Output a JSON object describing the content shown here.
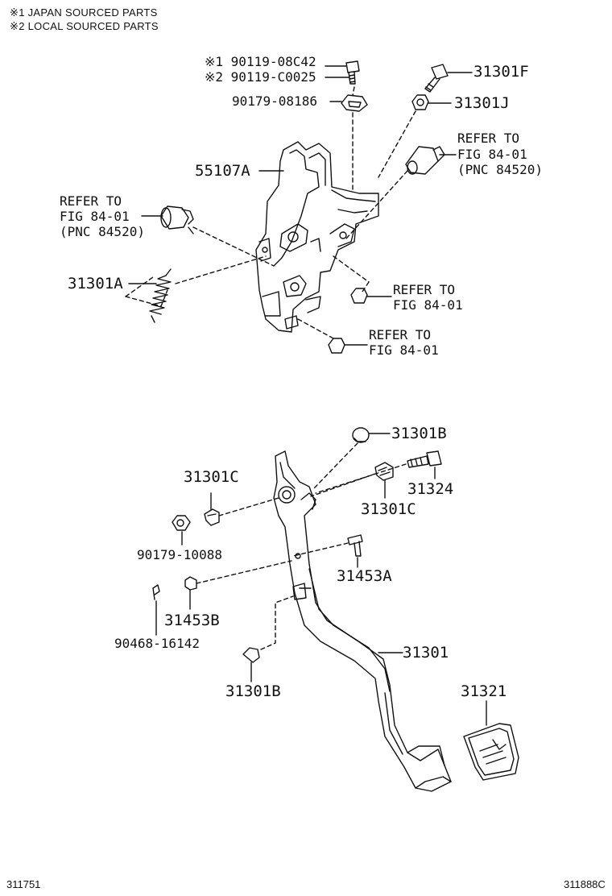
{
  "notes": {
    "japan": "※1 JAPAN SOURCED PARTS",
    "local": "※2 LOCAL SOURCED PARTS"
  },
  "upper": {
    "bolt_j": "※1 90119-08C42",
    "bolt_l": "※2 90119-C0025",
    "nut": "90179-08186",
    "bracket": "55107A",
    "bolt_f": "31301F",
    "nut_j": "31301J",
    "refer_right": [
      "REFER TO",
      "FIG 84-01",
      "(PNC 84520)"
    ],
    "refer_left": [
      "REFER TO",
      "FIG 84-01",
      "(PNC 84520)"
    ],
    "spring": "31301A",
    "refer_nut1": [
      "REFER TO",
      "FIG 84-01"
    ],
    "refer_nut2": [
      "REFER TO",
      "FIG 84-01"
    ]
  },
  "lower": {
    "cap_top": "31301B",
    "bolt": "31324",
    "bush_left": "31301C",
    "bush_right": "31301C",
    "nut": "90179-10088",
    "pin_a": "31453A",
    "pin_b": "31453B",
    "clip": "90468-16142",
    "pedal": "31301",
    "cap_bottom": "31301B",
    "pad": "31321"
  },
  "footer": {
    "left_id": "311751",
    "right_id": "311888C"
  }
}
